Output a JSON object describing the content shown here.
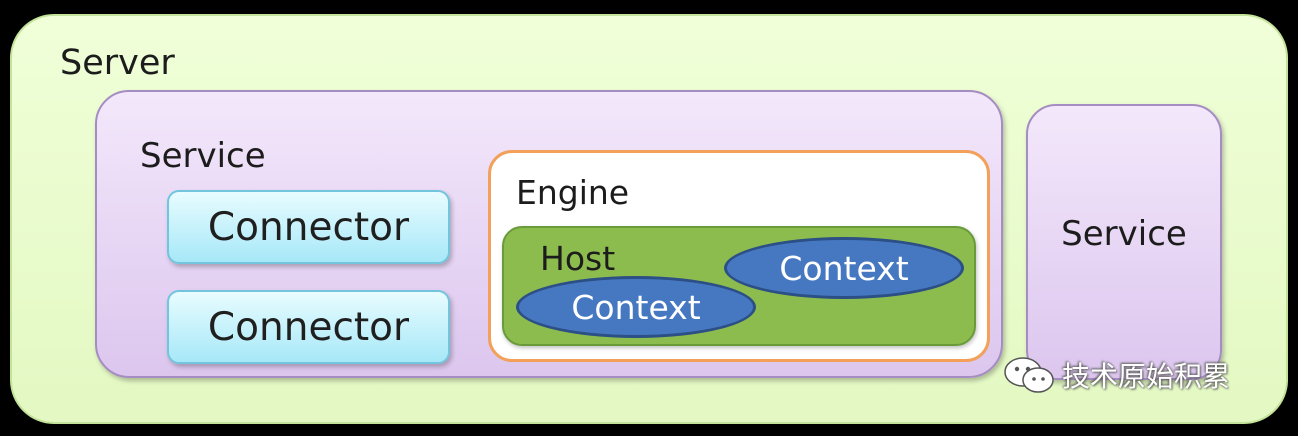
{
  "server": {
    "label": "Server"
  },
  "service_main": {
    "label": "Service",
    "connectors": [
      {
        "label": "Connector"
      },
      {
        "label": "Connector"
      }
    ],
    "engine": {
      "label": "Engine",
      "host": {
        "label": "Host",
        "contexts": [
          {
            "label": "Context"
          },
          {
            "label": "Context"
          }
        ]
      }
    }
  },
  "service_side": {
    "label": "Service"
  },
  "watermark": {
    "text": "技术原始积累",
    "icon": "wechat-icon"
  },
  "colors": {
    "server_fill": "#e8fbc9",
    "service_fill": "#e6d4f4",
    "connector_fill": "#bdeefb",
    "engine_border": "#f2a05a",
    "host_fill": "#8cbc4e",
    "context_fill": "#4678c2"
  }
}
